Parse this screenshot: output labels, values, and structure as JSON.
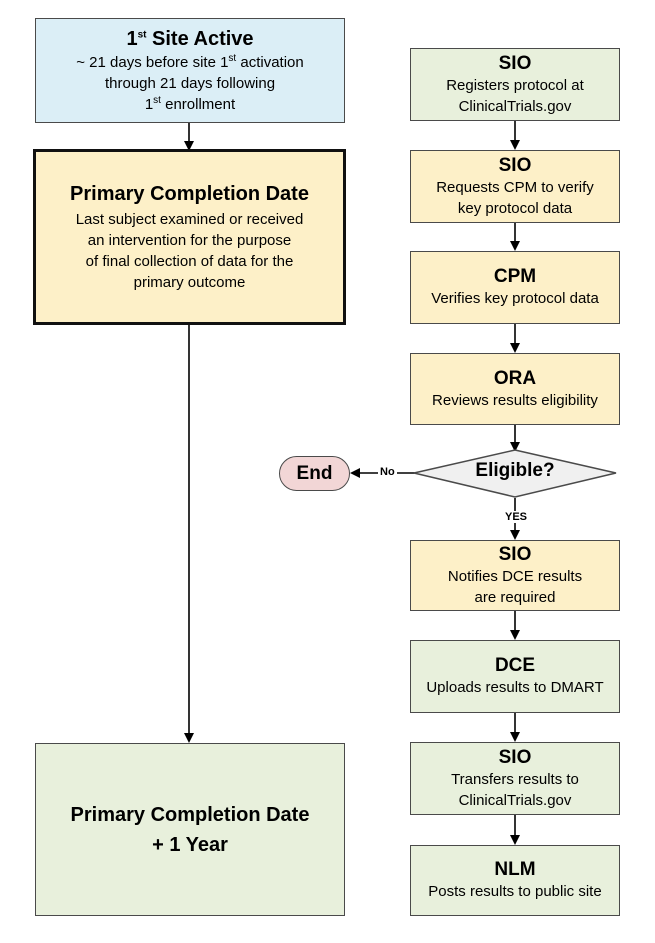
{
  "site_active": {
    "title_pre": "1",
    "title_sup": "st",
    "title_post": " Site Active",
    "l1_pre": "~ 21 days before site 1",
    "l1_sup": "st",
    "l1_post": " activation",
    "l2": "through 21 days following",
    "l3_pre": "1",
    "l3_sup": "st",
    "l3_post": " enrollment"
  },
  "pcd": {
    "title": "Primary Completion Date",
    "l1": "Last subject examined or received",
    "l2": "an intervention for the purpose",
    "l3": "of final collection of data for the",
    "l4": "primary outcome"
  },
  "pcd_year": {
    "title": "Primary Completion Date",
    "sub": "+ 1 Year"
  },
  "steps": [
    {
      "actor": "SIO",
      "l1": "Registers protocol at",
      "l2": "ClinicalTrials.gov"
    },
    {
      "actor": "SIO",
      "l1": "Requests CPM to verify",
      "l2": "key protocol data"
    },
    {
      "actor": "CPM",
      "l1": "Verifies key protocol data"
    },
    {
      "actor": "ORA",
      "l1": "Reviews results eligibility"
    },
    {
      "actor": "SIO",
      "l1": "Notifies DCE results",
      "l2": "are required"
    },
    {
      "actor": "DCE",
      "l1": "Uploads results to DMART"
    },
    {
      "actor": "SIO",
      "l1": "Transfers results to",
      "l2": "ClinicalTrials.gov"
    },
    {
      "actor": "NLM",
      "l1": "Posts results to public site"
    }
  ],
  "decision": {
    "label": "Eligible?",
    "no": "No",
    "yes": "YES"
  },
  "end": {
    "label": "End"
  },
  "colors": {
    "blue": "#dbeef6",
    "yellow": "#fdf0c8",
    "green": "#e8f0dc",
    "pink": "#f2d6d6",
    "decision": "#f0f0f0"
  }
}
